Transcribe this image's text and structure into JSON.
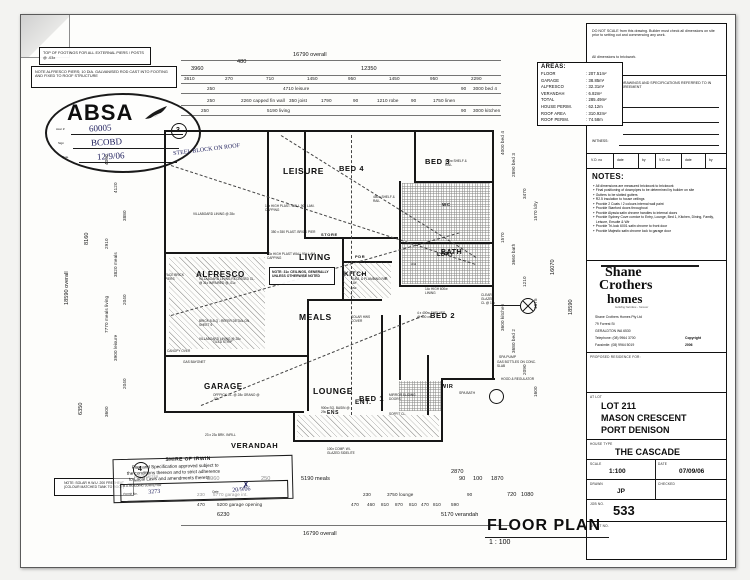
{
  "sheet": {
    "drawing_title": "FLOOR  PLAN",
    "drawing_scale_label": "1 : 100"
  },
  "top_notes": {
    "footings": "TOP OF FOOTINGS FOR ALL EXTERNAL PIERS / POSTS @ -03x",
    "alfresco_piers": "NOTE ALFRESCO PIERS; 10 DIA. GALVANISED ROD CAST INTO FOOTING AND FIXED TO ROOF STRUCTURE"
  },
  "absa_stamp": {
    "title": "ABSA",
    "assr_label": "Assr #",
    "assr_value": "60005",
    "sign_label": "Sign",
    "sign_value": "BCOBD",
    "date_label": "Date",
    "date_value": "12/9/06",
    "revision_marker": "3",
    "annotation": "STEEL BLOCK ON ROOF"
  },
  "areas": {
    "title": "AREAS:",
    "rows": [
      {
        "label": "FLOOR",
        "value": ": 207.51m²"
      },
      {
        "label": "GARAGE",
        "value": ": 38.85m²"
      },
      {
        "label": "ALFRESCO",
        "value": ": 32.31m²"
      },
      {
        "label": "VERANDAH",
        "value": ": 6.82m²"
      },
      {
        "label": "TOTAL",
        "value": ": 285.49m²"
      },
      {
        "label": "HOUSE PERIM.",
        "value": ": 62.12m"
      },
      {
        "label": "ROOF AREA",
        "value": ": 310.92m²"
      },
      {
        "label": "ROOF PERIM.",
        "value": ": 74.58m"
      }
    ]
  },
  "rooms": [
    {
      "name": "LEISURE"
    },
    {
      "name": "LIVING"
    },
    {
      "name": "ALFRESCO"
    },
    {
      "name": "MEALS"
    },
    {
      "name": "KITCH"
    },
    {
      "name": "GARAGE"
    },
    {
      "name": "LOUNGE"
    },
    {
      "name": "ENT."
    },
    {
      "name": "VERANDAH"
    },
    {
      "name": "BED 4"
    },
    {
      "name": "BED 3"
    },
    {
      "name": "BED 2"
    },
    {
      "name": "BED 1"
    },
    {
      "name": "BATH"
    },
    {
      "name": "LDRY"
    },
    {
      "name": "WC"
    },
    {
      "name": "ENS"
    },
    {
      "name": "WIR"
    },
    {
      "name": "PDR"
    },
    {
      "name": "STORE"
    }
  ],
  "plan_notes": [
    {
      "text": "13x HIGH PLAST. WALL 90+ LAM. CAPPING"
    },
    {
      "text": "350 x 350 PLAST. BRICK PIER"
    },
    {
      "text": "13x HIGH PLAST WALL 90+ LAM. CAPPING"
    },
    {
      "text": "NOTE: 31c CEILINGS, GENERALLY UNLESS OTHERWISE NOTED"
    },
    {
      "text": "SUBJ. & PLUMBING FAB LAY"
    },
    {
      "text": "VILLABOARD LINING @ 28c"
    },
    {
      "text": "BRICK B.B.Q - REFER DETAIL ON SHEET 6"
    },
    {
      "text": "VILLABOARD LINING RECESSED CL. @ 31c IMPAIRED @ -01c"
    },
    {
      "text": "GAS BAYONET"
    },
    {
      "text": "TILED STRIP"
    },
    {
      "text": "BBQ REC."
    },
    {
      "text": "OFFPICK CL. @ 28c GRANO @ -03c"
    },
    {
      "text": "450w SHELF & RAIL"
    },
    {
      "text": "4 x 400w SHELVES @ 400 crs"
    },
    {
      "text": "14c HIGH 600w LINING"
    },
    {
      "text": "MIRROR SLIDING DOORS"
    },
    {
      "text": "SOFFIT CL."
    },
    {
      "text": "900w SQ. BASIN @ 29c"
    },
    {
      "text": "SPA BATH"
    },
    {
      "text": "SPA PUMP"
    },
    {
      "text": "GAS BOTTLES ON CONC. SLAB"
    },
    {
      "text": "HOOD & REGULATOR"
    },
    {
      "text": "NOTE: SOLAR H.W.U .200 FREEHEAT (COLOUR MATCHED TANK TO ROOF)"
    },
    {
      "text": "ELECT. METER BOX"
    },
    {
      "text": "VILLABOARD LINING @ 28c"
    },
    {
      "text": "BRICK INFILL"
    },
    {
      "text": "100x COMP. WI- GLAZED SIDELITE"
    },
    {
      "text": "23 x 23c BRK. INFILL"
    },
    {
      "text": "MAIN CL."
    },
    {
      "text": "CANOPY OVER"
    },
    {
      "text": "2 BANK PIERS"
    },
    {
      "text": "FACE BRICK PIERS"
    },
    {
      "text": "CAESAR STONE"
    },
    {
      "text": "DW"
    },
    {
      "text": "A/H"
    },
    {
      "text": "F"
    },
    {
      "text": "MW"
    },
    {
      "text": "SOLAR HWS COVER"
    },
    {
      "text": "CLEAR GLAZED CL @ 17c"
    }
  ],
  "dimensions": {
    "top_overall": "16790 overall",
    "top_row1": [
      "3960",
      "480",
      "12350"
    ],
    "top_row2": [
      "3610",
      "270",
      "710",
      "1450",
      "950",
      "1450",
      "950",
      "2290"
    ],
    "top_row3": [
      "250",
      "4710 leisure",
      "90",
      "3000 bed 4"
    ],
    "top_row4": [
      "250",
      "2260 capped fin wall",
      "350 joist",
      "1790",
      "90",
      "1210 robe",
      "90",
      "1750 linen"
    ],
    "top_row5": [
      "250",
      "5190 living",
      "90",
      "3000 kitchen"
    ],
    "bottom_row1": [
      "3960",
      "250",
      "5190 meals",
      "90",
      "100",
      "1870"
    ],
    "bottom_row2": [
      "230",
      "5770 garage int.",
      "230",
      "3750 lounge",
      "90"
    ],
    "bottom_row3": [
      "470",
      "5200 garage opening",
      "470",
      "460",
      "810",
      "870",
      "810",
      "470",
      "810",
      "590"
    ],
    "bottom_row4": [
      "6230",
      "5170 verandah",
      "2870",
      "720",
      "1080"
    ],
    "bottom_overall": "16790 overall",
    "left_overall": "18590 overall",
    "left_main": [
      "8160",
      "6350"
    ],
    "left_sub": [
      "4000",
      "4120",
      "3880",
      "2910",
      "3820 meals",
      "2040",
      "7770 meals living",
      "3900 leisure",
      "2040",
      "3600"
    ],
    "right_overall": "18590",
    "right_main": [
      "16070"
    ],
    "right_sub": [
      "4000 bed 4",
      "2890 bed 3",
      "3470",
      "1570 ldry",
      "1570",
      "3660 bath",
      "1210",
      "1375",
      "3600 kitchen",
      "3680 bed 2",
      "2090",
      "1600"
    ]
  },
  "shire_stamp": {
    "line1": "SHIRE OF IRWIN",
    "line2": "Plan and Specification approved subject to",
    "line3": "the conditions thereon and to strict adherence",
    "line4": "to Local Laws and amendments thereto.",
    "permit_label": "B.A./BUILDING SURVEYOR",
    "permit_no_label": "Permit No.",
    "permit_no_value": "3273",
    "date_label": "Date",
    "date_value": "20/9/06",
    "revision_marker": "4"
  },
  "titleblock": {
    "do_not_scale": "DO NOT SCALE from this drawing. Builder must check all dimensions on site prior to setting out and commencing any work.",
    "dims_brickwork": "All dimensions to brickwork.",
    "agreement_intro": "THESE ARE THE DRAWINGS AND SPECIFICATIONS REFERRED TO IN OUR BUILDING AGREEMENT",
    "signature_rows": [
      "BUILDER:",
      "CLIENT(S):",
      "",
      "WITNESS:"
    ],
    "vo_headers": [
      "V.O. no",
      "date",
      "by",
      "V.O. no",
      "date",
      "by"
    ],
    "notes_title": "NOTES:",
    "notes": [
      "All dimensions are measured brickwork to brickwork",
      "Final positioning of downpipes to be determined by builder on site",
      "Gutters to be slotted gutters",
      "R2.5 insulation to house ceilings",
      "Provide 2 Coats / 2 colours internal wall paint",
      "Provide Stanford doors throughout",
      "Provide Alyssia satin chrome handles to internal doors",
      "Provide Sydney Cove cornice to Entry, Lounge, Bed 1, Kitchen, Dining, Family, Leisure, Ensuite & Wir",
      "Provide Tri-lock 6001 satin chrome to front door",
      "Provide Majestic satin chrome lock to garage door"
    ],
    "logo_line1": "Shane",
    "logo_line2": "Crothers",
    "logo_line3": "homes",
    "logo_tagline": "building families - forever",
    "company_name": "Shane Crothers Homes Pty Ltd",
    "address1": "79 Forrest St",
    "address2": "GERALDTON   WA   6530",
    "telephone": "Telephone: (08) 9964 3700",
    "facsimile": "Facsimile: (08) 9964 5019",
    "copyright_label": "Copyright",
    "copyright_year": "2006",
    "proposed_label": "PROPOSED RESIDENCE FOR:",
    "proposed_value": "",
    "atlot_label": "AT LOT",
    "lot": "LOT 211",
    "street": "MASON CRESCENT",
    "suburb": "PORT DENISON",
    "housetype_label": "HOUSE TYPE",
    "housetype": "THE CASCADE",
    "scale_label": "SCALE",
    "scale": "1:100",
    "date_label": "DATE",
    "date": "07/09/06",
    "drawn_label": "DRAWN",
    "drawn": "JP",
    "checked_label": "CHECKED",
    "checked": "",
    "jobno_label": "JOB NO.",
    "jobno": "533",
    "sheetno_label": "SHEET NO.",
    "sheetno": ""
  }
}
